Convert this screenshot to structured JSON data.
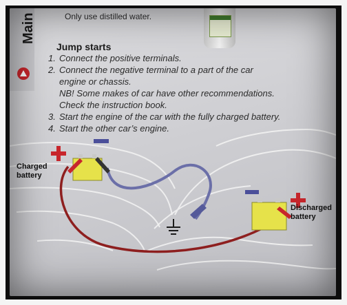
{
  "sidebar": {
    "title": "Main"
  },
  "top_text": "Only use distilled water.",
  "section": {
    "heading": "Jump starts",
    "steps": [
      {
        "num": "1.",
        "text": "Connect the positive terminals."
      },
      {
        "num": "2.",
        "text": "Connect the negative terminal to a part of the car"
      },
      {
        "num": "",
        "text": "engine or chassis."
      },
      {
        "num": "",
        "text": "NB! Some makes of car have other recommendations."
      },
      {
        "num": "",
        "text": "Check the instruction book."
      },
      {
        "num": "3.",
        "text": "Start the engine of the car with the fully charged battery."
      },
      {
        "num": "4.",
        "text": "Start the other car’s engine."
      }
    ]
  },
  "diagram": {
    "charged_label_1": "Charged",
    "charged_label_2": "battery",
    "discharged_label_1": "Discharged",
    "discharged_label_2": "battery",
    "colors": {
      "positive": "#c8262c",
      "negative": "#4b4f9a",
      "battery": "#e6e24a",
      "cable_red": "#8e1f1f",
      "cable_blue": "#6b6fa8"
    }
  }
}
